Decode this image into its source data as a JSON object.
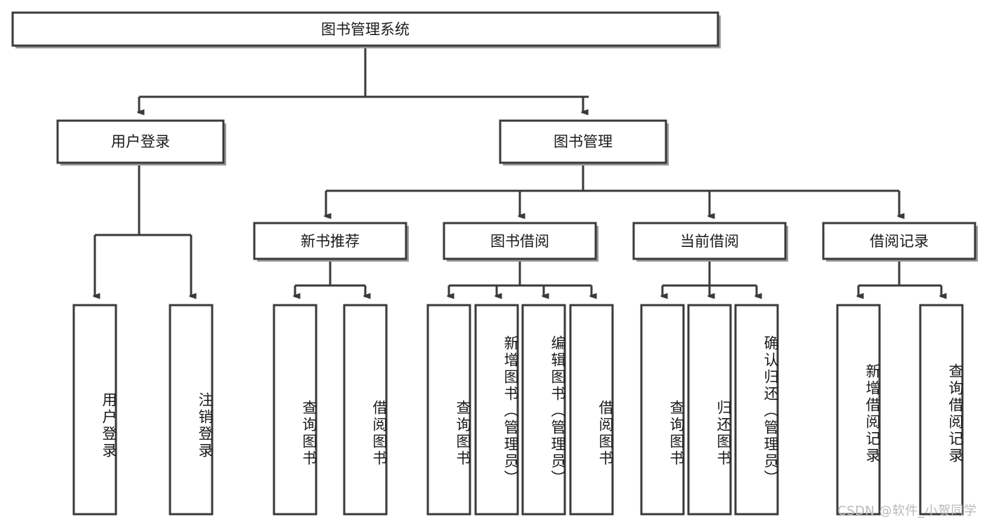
{
  "diagram": {
    "title_node": {
      "label": "图书管理系统"
    },
    "level2": [
      {
        "id": "user-login",
        "label": "用户登录"
      },
      {
        "id": "book-management",
        "label": "图书管理"
      }
    ],
    "level3": [
      {
        "id": "new-book-recommend",
        "label": "新书推荐"
      },
      {
        "id": "book-borrow",
        "label": "图书借阅"
      },
      {
        "id": "current-borrow",
        "label": "当前借阅"
      },
      {
        "id": "borrow-record",
        "label": "借阅记录"
      }
    ],
    "leaves": {
      "user-login": [
        {
          "id": "leaf-user-login",
          "label": "用户登录"
        },
        {
          "id": "leaf-logout-login",
          "label": "注销登录"
        }
      ],
      "new-book-recommend": [
        {
          "id": "leaf-query-book-1",
          "label": "查询图书"
        },
        {
          "id": "leaf-borrow-book-1",
          "label": "借阅图书"
        }
      ],
      "book-borrow": [
        {
          "id": "leaf-query-book-2",
          "label": "查询图书"
        },
        {
          "id": "leaf-add-book",
          "label": "新增图书（管理员）"
        },
        {
          "id": "leaf-edit-book",
          "label": "编辑图书（管理员）"
        },
        {
          "id": "leaf-borrow-book-2",
          "label": "借阅图书"
        }
      ],
      "current-borrow": [
        {
          "id": "leaf-query-book-3",
          "label": "查询图书"
        },
        {
          "id": "leaf-return-book",
          "label": "归还图书"
        },
        {
          "id": "leaf-confirm-return",
          "label": "确认归还（管理员）"
        }
      ],
      "borrow-record": [
        {
          "id": "leaf-add-borrow-record",
          "label": "新增借阅记录"
        },
        {
          "id": "leaf-query-borrow-record",
          "label": "查询借阅记录"
        }
      ]
    },
    "watermark": "CSDN @软件_小贺同学",
    "colors": {
      "stroke": "#3a3a3a",
      "fill": "#ffffff",
      "text": "#1a1a1a",
      "watermark": "#b9b9b9",
      "shadow": "#9a9a9a"
    }
  }
}
